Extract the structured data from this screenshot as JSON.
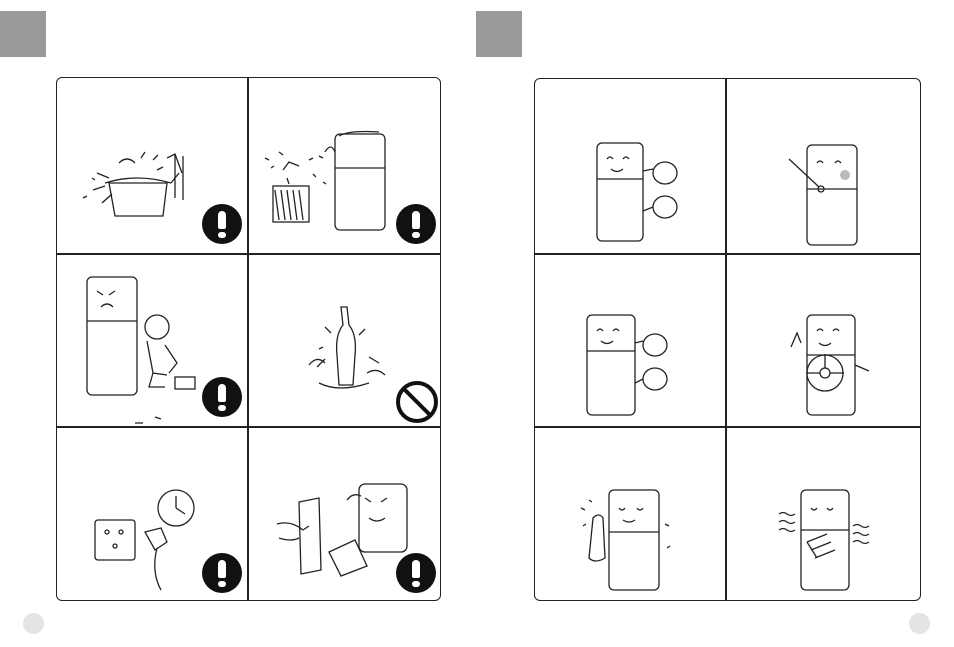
{
  "colors": {
    "tab": "#9a9a9a",
    "page_dot": "#e4e4e4",
    "line": "#222222",
    "warning": "#111111"
  },
  "left_page": {
    "cells": [
      {
        "illustration": "wash-basin-water-splash",
        "symbol": "exclamation-icon"
      },
      {
        "illustration": "fridge-water-tap-splash",
        "symbol": "exclamation-icon"
      },
      {
        "illustration": "boy-repairing-fridge",
        "symbol": "exclamation-icon"
      },
      {
        "illustration": "broken-bottle-spill",
        "symbol": "prohibited-icon"
      },
      {
        "illustration": "wall-socket-plug-clock",
        "symbol": "exclamation-icon"
      },
      {
        "illustration": "hand-unplugging-fridge",
        "symbol": "exclamation-icon"
      }
    ]
  },
  "right_page": {
    "cells": [
      {
        "illustration": "fridge-with-speech-bubbles"
      },
      {
        "illustration": "fridge-with-thermometer"
      },
      {
        "illustration": "fridge-with-speech-bubbles"
      },
      {
        "illustration": "fridge-holding-fan"
      },
      {
        "illustration": "fridge-sweating-beside-heater"
      },
      {
        "illustration": "fridge-heat-waves"
      }
    ]
  }
}
